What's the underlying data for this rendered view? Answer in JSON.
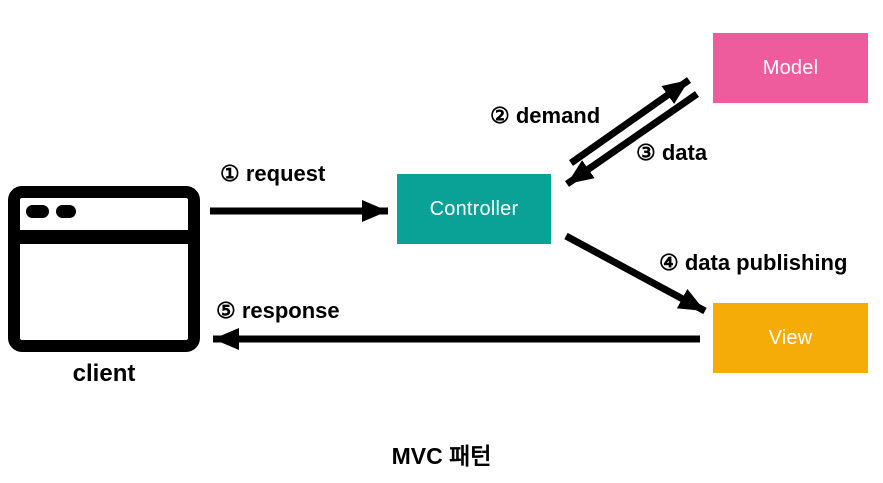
{
  "title": "MVC 패턴",
  "nodes": {
    "client": {
      "label": "client"
    },
    "controller": {
      "label": "Controller",
      "color": "#0aa296"
    },
    "model": {
      "label": "Model",
      "color": "#ee5c9e"
    },
    "view": {
      "label": "View",
      "color": "#f5ac08"
    }
  },
  "arrows": {
    "request": {
      "label": "① request"
    },
    "demand": {
      "label": "② demand"
    },
    "data": {
      "label": "③ data"
    },
    "data_publishing": {
      "label": "④ data publishing"
    },
    "response": {
      "label": "⑤ response"
    }
  },
  "colors": {
    "arrow": "#000000",
    "background": "#ffffff",
    "label_text": "#000000"
  }
}
